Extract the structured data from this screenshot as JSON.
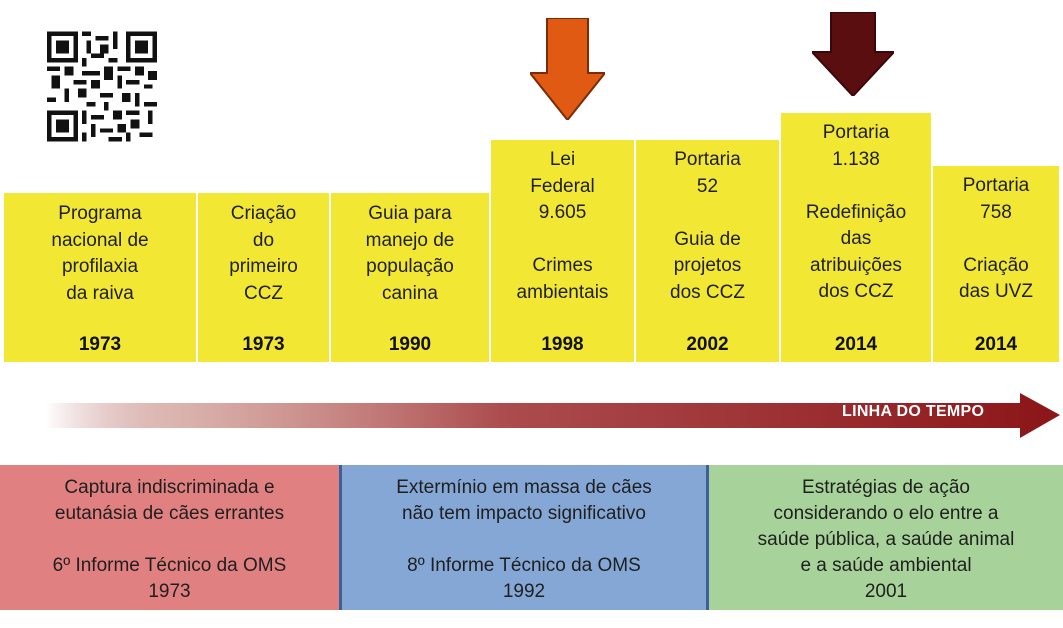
{
  "qr": {
    "icon": "qr-code-icon"
  },
  "arrows": [
    {
      "icon": "arrow-down-icon",
      "color": "#e15a13"
    },
    {
      "icon": "arrow-down-icon",
      "color": "#5a0e10"
    }
  ],
  "milestones": [
    {
      "text": "Programa\nnacional de\nprofilaxia\nda raiva",
      "year": "1973"
    },
    {
      "text": "Criação\ndo\nprimeiro\nCCZ",
      "year": "1973"
    },
    {
      "text": "Guia para\nmanejo de\npopulação\ncanina",
      "year": "1990"
    },
    {
      "text": "Lei\nFederal\n9.605\n\nCrimes\nambientais",
      "year": "1998"
    },
    {
      "text": "Portaria\n52\n\nGuia de\nprojetos\ndos CCZ",
      "year": "2002"
    },
    {
      "text": "Portaria\n1.138\n\nRedefinição\ndas\natribuições\ndos CCZ",
      "year": "2014"
    },
    {
      "text": "Portaria\n758\n\nCriação\ndas UVZ",
      "year": "2014"
    }
  ],
  "timeline": {
    "label": "LINHA DO TEMPO",
    "color": "#8b1518"
  },
  "eras": [
    {
      "text": "Captura indiscriminada e\neutanásia de cães errantes",
      "source": "6º Informe Técnico da OMS\n1973",
      "color": "#e08080"
    },
    {
      "text": "Extermínio em massa de cães\nnão tem impacto significativo",
      "source": "8º Informe Técnico da OMS\n1992",
      "color": "#85a7d6"
    },
    {
      "text": "Estratégias de ação\nconsiderando o elo entre a\nsaúde pública, a saúde animal\ne a saúde ambiental",
      "source": "2001",
      "color": "#a7d39a"
    }
  ]
}
